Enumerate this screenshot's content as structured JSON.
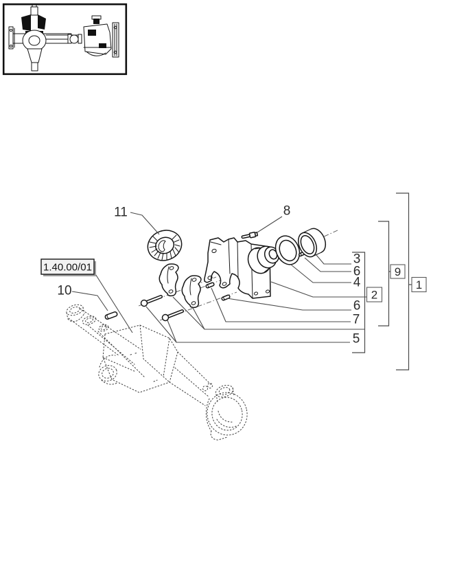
{
  "thumbnail": {
    "icon": "front-axle-sectional-drawing"
  },
  "ref_box": {
    "label": "1.40.00/01"
  },
  "callouts": {
    "item_11": "11",
    "item_8": "8",
    "item_3": "3",
    "item_6_upper": "6",
    "item_4": "4",
    "item_2": "2",
    "item_6_lower": "6",
    "item_7": "7",
    "item_5": "5",
    "item_10": "10",
    "group_9": "9",
    "group_1": "1"
  }
}
